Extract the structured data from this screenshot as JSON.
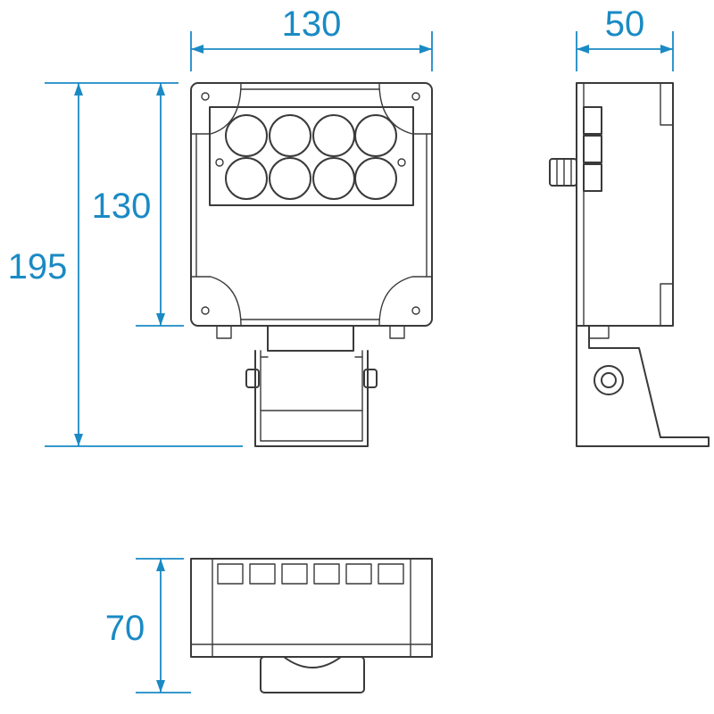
{
  "dimensions": {
    "front_width": "130",
    "front_height_body": "130",
    "front_height_total": "195",
    "side_depth": "50",
    "bottom_height": "70"
  },
  "colors": {
    "dimension_line": "#1a8ac4",
    "outline": "#3a3a3a",
    "background": "#ffffff"
  },
  "views": [
    "front-view",
    "side-view",
    "bottom-view"
  ],
  "led_grid": {
    "rows": 2,
    "columns": 4
  }
}
